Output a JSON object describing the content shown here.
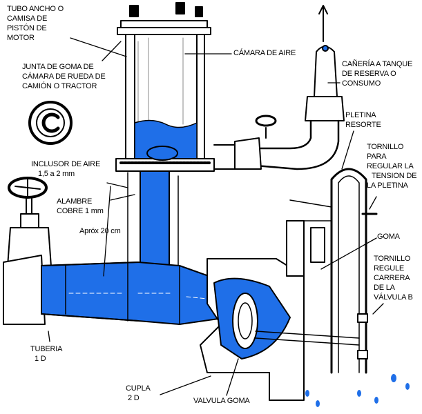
{
  "colors": {
    "water": "#1f6fe8",
    "ink": "#000000",
    "background": "#ffffff"
  },
  "icons": [
    "copyright-icon"
  ],
  "labels": {
    "tubo": [
      "TUBO ANCHO O",
      "CAMISA DE",
      "PISTÓN DE",
      "MOTOR"
    ],
    "camara": [
      "CÁMARA DE AIRE"
    ],
    "junta": [
      "JUNTA DE GOMA DE",
      "CÁMARA DE RUEDA DE",
      "CAMIÓN O TRACTOR"
    ],
    "caneria": [
      "CAÑERÍA A TANQUE",
      "DE RESERVA O",
      "CONSUMO"
    ],
    "pletina": [
      "PLETINA",
      "RESORTE"
    ],
    "tornillo_tension": [
      "TORNILLO",
      "PARA",
      "REGULAR LA",
      "TENSION DE",
      "LA PLETINA"
    ],
    "inclusor": [
      "INCLUSOR DE AIRE",
      "1,5 a 2 mm"
    ],
    "alambre": [
      "ALAMBRE",
      "COBRE 1 mm"
    ],
    "aprox": [
      "Apróx 20 cm"
    ],
    "goma": [
      "GOMA"
    ],
    "tornillo_carrera": [
      "TORNILLO",
      "REGULE",
      "CARRERA",
      "DE LA",
      "VÁLVULA B"
    ],
    "tuberia": [
      "TUBERIA",
      "1 D"
    ],
    "cupla": [
      "CUPLA",
      "2 D"
    ],
    "valvula": [
      "VALVULA GOMA"
    ]
  }
}
